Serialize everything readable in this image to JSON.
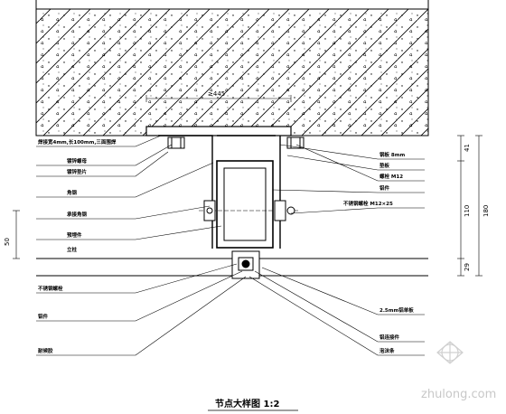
{
  "title": "节点大样图 1:2",
  "concrete_dim": "≥445",
  "left_labels": [
    "焊接宽4mm,长100mm,三面围焊",
    "镀锌螺母",
    "镀锌垫片",
    "角钢",
    "承接角钢",
    "预埋件",
    "立柱",
    "不锈钢螺栓",
    "铝件",
    "耐候胶"
  ],
  "right_labels": [
    "钢板 8mm",
    "垫板",
    "螺栓 M12",
    "铝件",
    "不锈钢螺栓 M12×25",
    "2.5mm铝单板",
    "铝连接件",
    "泡沫条"
  ],
  "left_dim": "50",
  "right_dims": [
    "41",
    "110",
    "180",
    "29"
  ],
  "watermark": "zhulong.com"
}
